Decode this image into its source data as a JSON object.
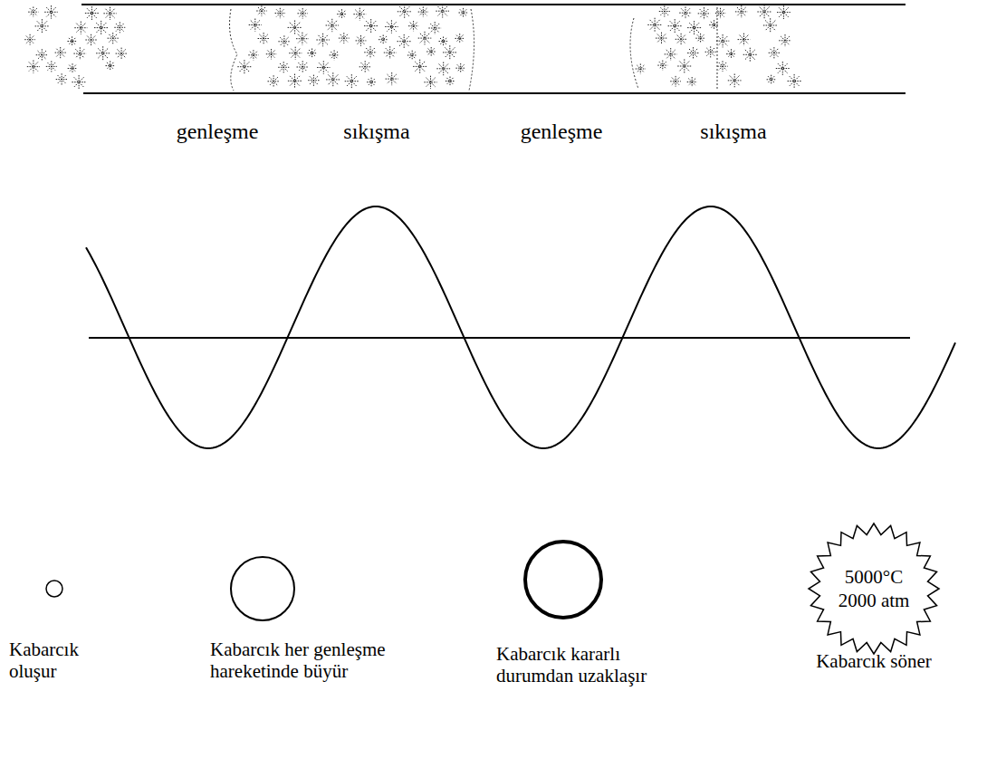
{
  "diagram": {
    "nodes": [
      {
        "text": [
          "Kabarcık oluşur"
        ]
      },
      {
        "text": [
          "Kabarcık her genleşme hareketinde büyür"
        ]
      },
      {
        "text": [
          "Kabarcık kararlı durumdan uzaklaşır"
        ]
      },
      {
        "text": [
          "5000°C",
          "2000 atm",
          "Kabarcık söner"
        ]
      }
    ],
    "labels": [
      "genleşme",
      "sıkışma",
      "genleşme",
      "sıkışma"
    ]
  }
}
